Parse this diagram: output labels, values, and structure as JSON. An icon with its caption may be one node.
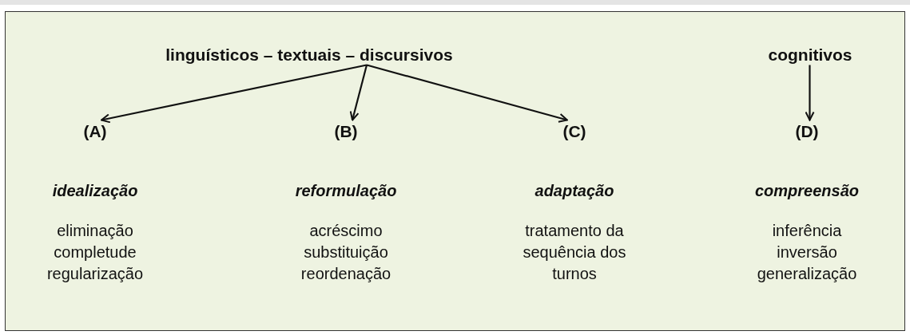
{
  "diagram": {
    "nodes": [
      {
        "text": [
          "linguísticos – textuais – discursivos"
        ]
      },
      {
        "text": [
          "cognitivos"
        ]
      },
      {
        "text": [
          "(A)"
        ]
      },
      {
        "text": [
          "(B)"
        ]
      },
      {
        "text": [
          "(C)"
        ]
      },
      {
        "text": [
          "(D)"
        ]
      }
    ],
    "edges": [
      {
        "from": 0,
        "to": 2,
        "arrow": "to"
      },
      {
        "from": 0,
        "to": 3,
        "arrow": "to"
      },
      {
        "from": 0,
        "to": 4,
        "arrow": "to"
      },
      {
        "from": 1,
        "to": 5,
        "arrow": "to"
      }
    ],
    "labels": [
      "idealização",
      "reformulação",
      "adaptação",
      "compreensão",
      "eliminação completude regularização",
      "acréscimo substituição reordenação",
      "tratamento da sequência dos turnos",
      "inferência inversão generalização"
    ]
  }
}
